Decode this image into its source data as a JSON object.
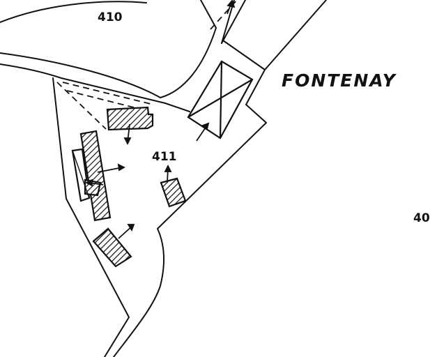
{
  "map": {
    "place_name": "FONTENAY",
    "parcels": [
      {
        "id": "parcel-410",
        "label": "410"
      },
      {
        "id": "parcel-411",
        "label": "411"
      },
      {
        "id": "parcel-40",
        "label": "40"
      }
    ],
    "colors": {
      "ink": "#111111",
      "paper": "#ffffff"
    }
  }
}
